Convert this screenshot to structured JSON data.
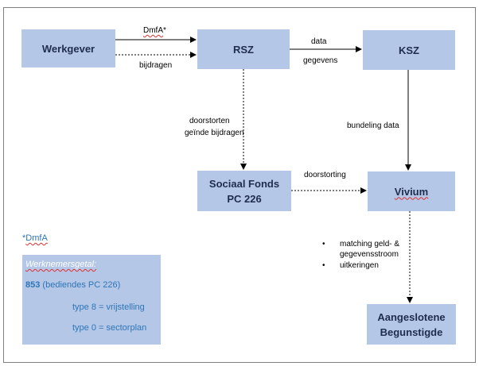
{
  "nodes": {
    "werkgever": "Werkgever",
    "rsz": "RSZ",
    "ksz": "KSZ",
    "sociaal_fonds_line1": "Sociaal Fonds",
    "sociaal_fonds_line2": "PC 226",
    "vivium": "Vivium",
    "aangeslotene_line1": "Aangeslotene",
    "aangeslotene_line2": "Begunstigde"
  },
  "edge_labels": {
    "dmfa": "DmfA",
    "dmfa_star": "*",
    "bijdragen": "bijdragen",
    "data": "data",
    "gegevens": "gegevens",
    "doorstorten": "doorstorten",
    "geinde_bijdragen": "geïnde bijdragen",
    "bundeling_data": "bundeling data",
    "doorstorting": "doorstorting"
  },
  "bullets": {
    "item1_line1": "matching geld- &",
    "item1_line2": "gegevensstroom",
    "item2": "uitkeringen"
  },
  "footnote": {
    "star": "*",
    "text": "DmfA"
  },
  "legend": {
    "title": "Werknemersgetal:",
    "value": "853",
    "value_note": "(bediendes PC 226)",
    "type8": "type 8 = vrijstelling",
    "type0": "type 0 = sectorplan"
  }
}
